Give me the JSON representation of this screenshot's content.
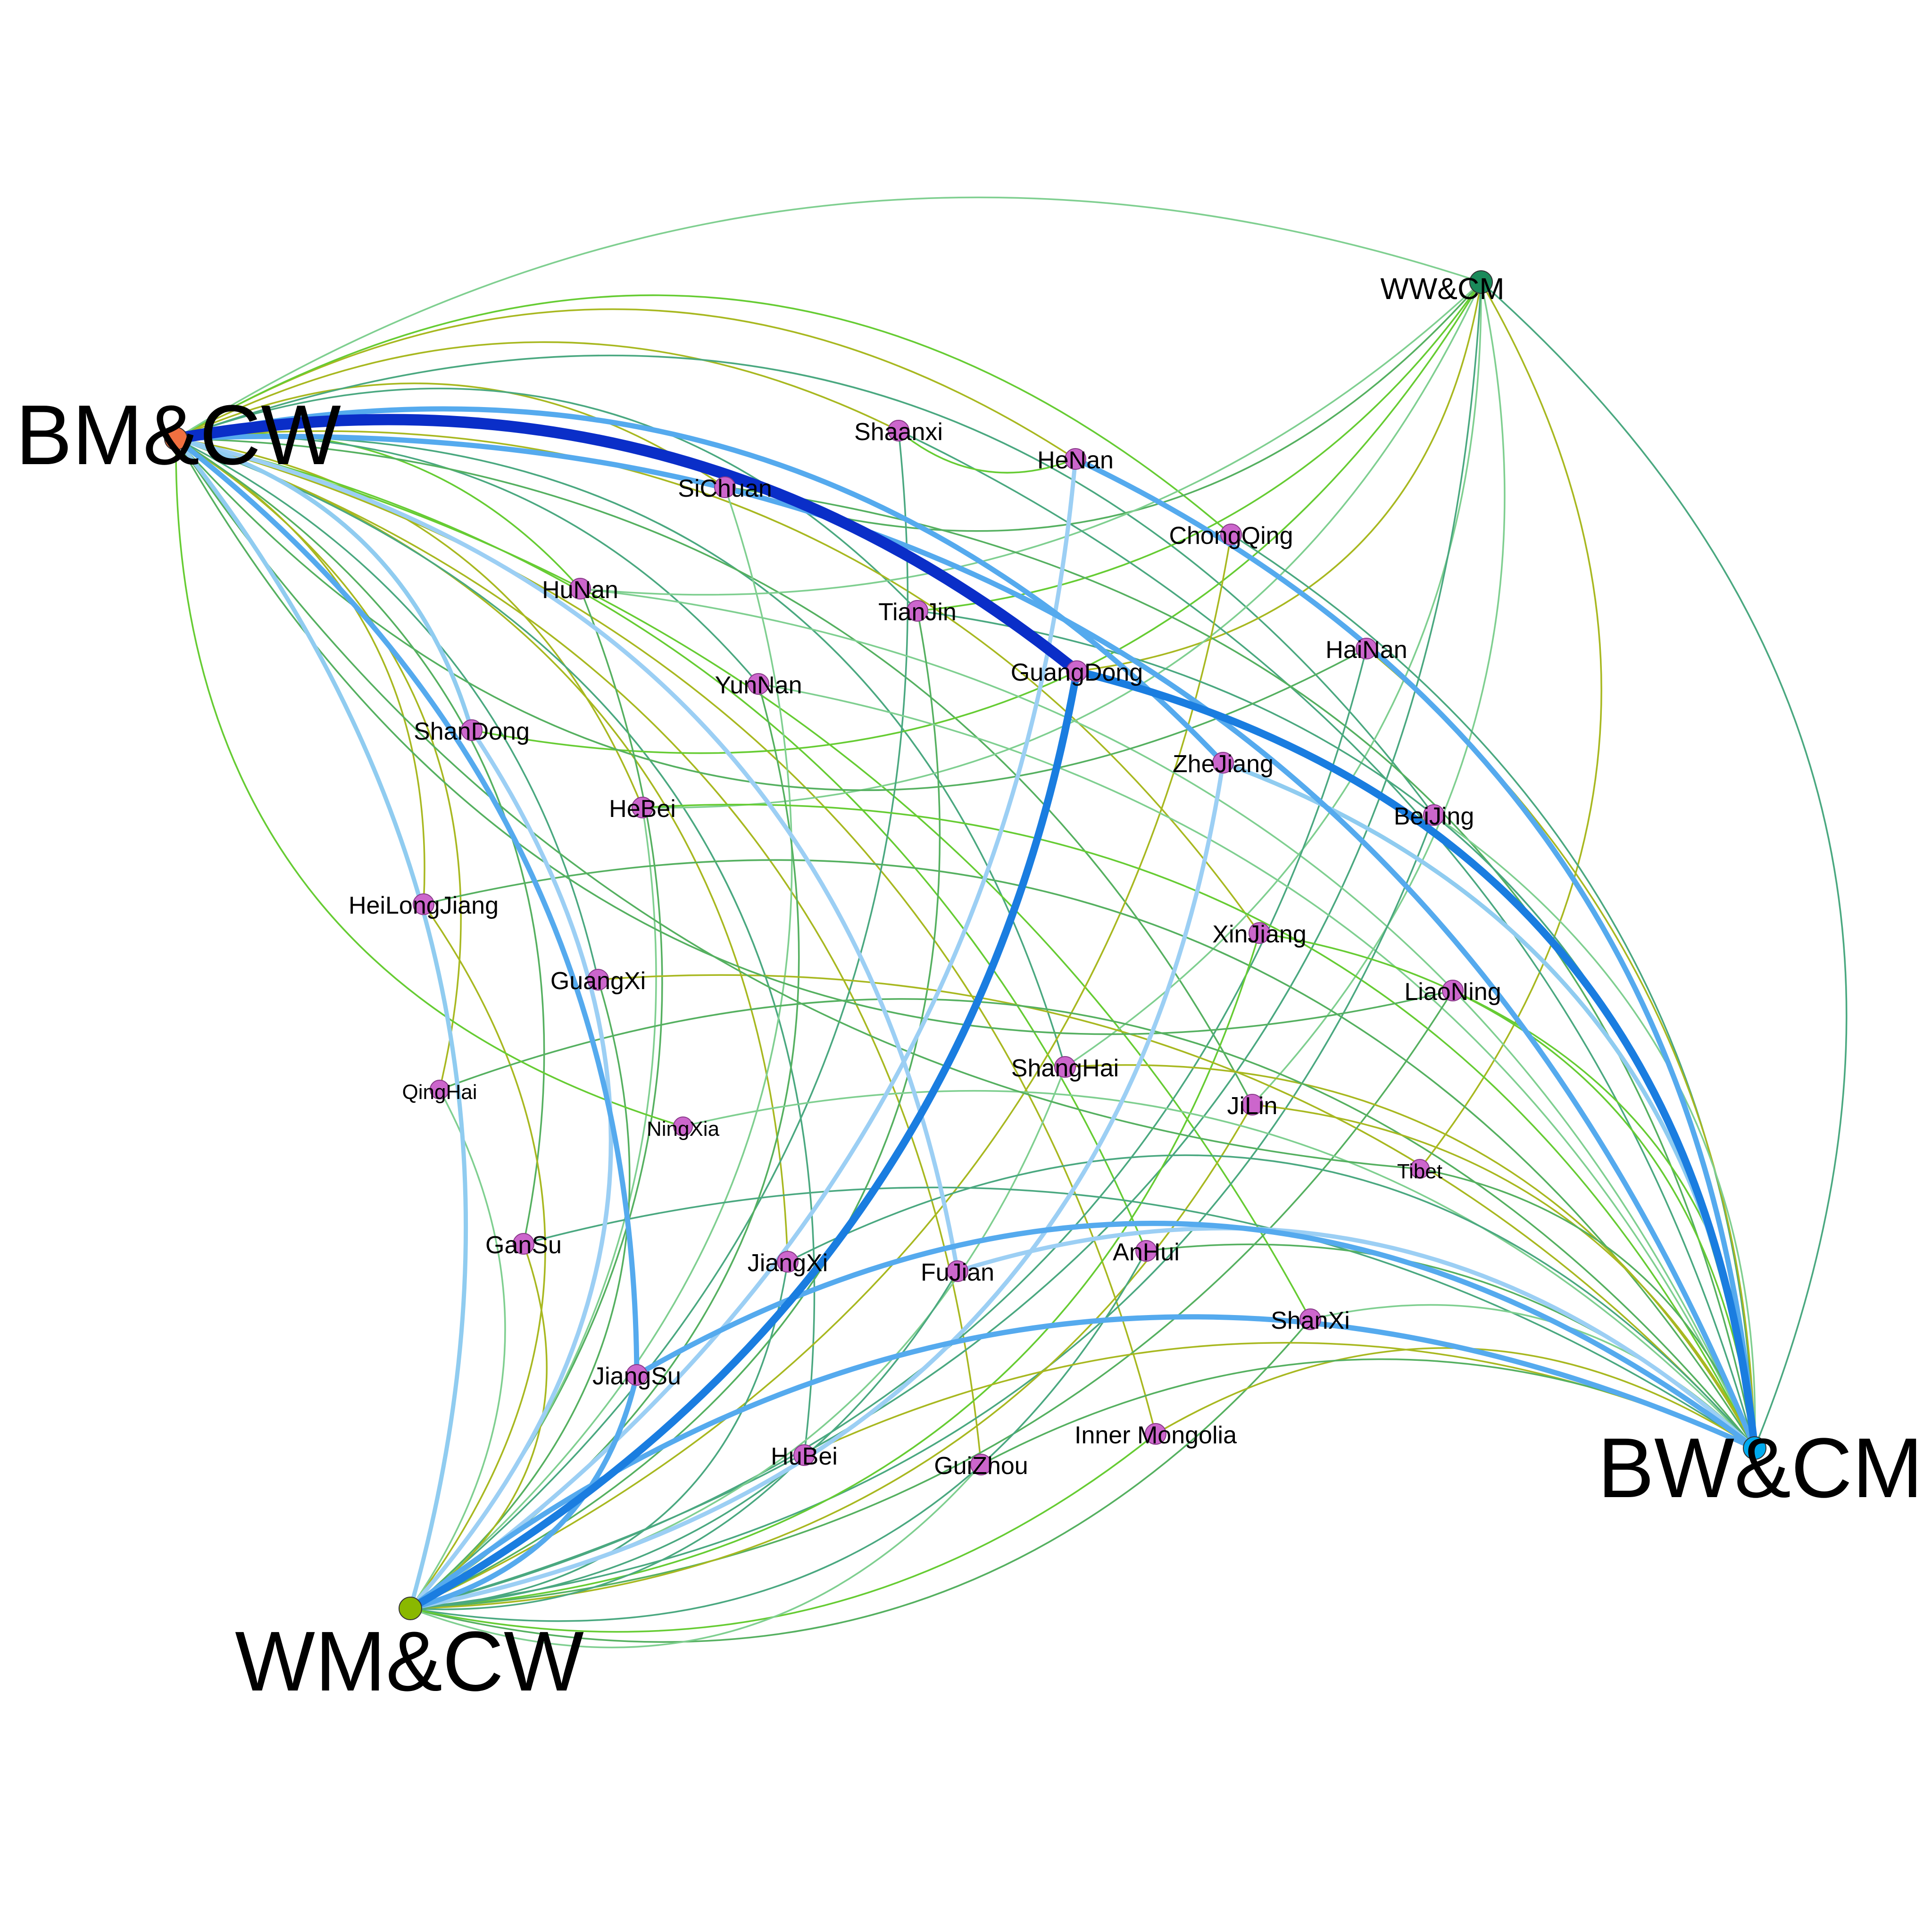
{
  "graph": {
    "hubs": [
      {
        "id": "BMCW",
        "label": "BM&CW",
        "color": "#f07040"
      },
      {
        "id": "WWCM",
        "label": "WW&CM",
        "color": "#1a8a5a"
      },
      {
        "id": "WMCW",
        "label": "WM&CW",
        "color": "#8ab800"
      },
      {
        "id": "BWCM",
        "label": "BW&CM",
        "color": "#00aaee"
      }
    ],
    "province_color": "#cc66cc",
    "provinces": [
      {
        "id": "Shaanxi",
        "label": "Shaanxi"
      },
      {
        "id": "HeNan",
        "label": "HeNan"
      },
      {
        "id": "SiChuan",
        "label": "SiChuan"
      },
      {
        "id": "ChongQing",
        "label": "ChongQing"
      },
      {
        "id": "HuNan",
        "label": "HuNan"
      },
      {
        "id": "TianJin",
        "label": "TianJin"
      },
      {
        "id": "HaiNan",
        "label": "HaiNan"
      },
      {
        "id": "YunNan",
        "label": "YunNan"
      },
      {
        "id": "GuangDong",
        "label": "GuangDong"
      },
      {
        "id": "ShanDong",
        "label": "ShanDong"
      },
      {
        "id": "ZheJiang",
        "label": "ZheJiang"
      },
      {
        "id": "HeBei",
        "label": "HeBei"
      },
      {
        "id": "BeiJing",
        "label": "BeiJing"
      },
      {
        "id": "HeiLongJiang",
        "label": "HeiLongJiang"
      },
      {
        "id": "XinJiang",
        "label": "XinJiang"
      },
      {
        "id": "GuangXi",
        "label": "GuangXi"
      },
      {
        "id": "LiaoNing",
        "label": "LiaoNing"
      },
      {
        "id": "ShangHai",
        "label": "ShangHai"
      },
      {
        "id": "QingHai",
        "label": "QingHai"
      },
      {
        "id": "JiLin",
        "label": "JiLin"
      },
      {
        "id": "NingXia",
        "label": "NingXia"
      },
      {
        "id": "Tibet",
        "label": "Tibet"
      },
      {
        "id": "GanSu",
        "label": "GanSu"
      },
      {
        "id": "AnHui",
        "label": "AnHui"
      },
      {
        "id": "JiangXi",
        "label": "JiangXi"
      },
      {
        "id": "FuJian",
        "label": "FuJian"
      },
      {
        "id": "ShanXi",
        "label": "ShanXi"
      },
      {
        "id": "JiangSu",
        "label": "JiangSu"
      },
      {
        "id": "Inner Mongolia",
        "label": "Inner Mongolia"
      },
      {
        "id": "HuBei",
        "label": "HuBei"
      },
      {
        "id": "GuiZhou",
        "label": "GuiZhou"
      }
    ],
    "edges": [
      {
        "from": "BMCW",
        "to": "GuangDong",
        "weight": 5
      },
      {
        "from": "GuangDong",
        "to": "WMCW",
        "weight": 4
      },
      {
        "from": "GuangDong",
        "to": "BWCM",
        "weight": 4
      },
      {
        "from": "HeNan",
        "to": "BWCM",
        "weight": 3
      },
      {
        "from": "BMCW",
        "to": "ZheJiang",
        "weight": 3
      },
      {
        "from": "BMCW",
        "to": "JiangSu",
        "weight": 3
      },
      {
        "from": "JiangSu",
        "to": "BWCM",
        "weight": 3
      },
      {
        "from": "JiangSu",
        "to": "WMCW",
        "weight": 3
      },
      {
        "from": "BMCW",
        "to": "BWCM",
        "weight": 3
      },
      {
        "from": "WMCW",
        "to": "BWCM",
        "weight": 3
      },
      {
        "from": "BMCW",
        "to": "FuJian",
        "weight": 2
      },
      {
        "from": "FuJian",
        "to": "BWCM",
        "weight": 2
      },
      {
        "from": "BMCW",
        "to": "WMCW",
        "weight": 2
      },
      {
        "from": "HeNan",
        "to": "WMCW",
        "weight": 2
      },
      {
        "from": "ZheJiang",
        "to": "BWCM",
        "weight": 2
      },
      {
        "from": "ZheJiang",
        "to": "WMCW",
        "weight": 2
      },
      {
        "from": "BMCW",
        "to": "ShanDong",
        "weight": 2
      },
      {
        "from": "ShanDong",
        "to": "WMCW",
        "weight": 2
      },
      {
        "from": "BMCW",
        "to": "Shaanxi",
        "weight": 1
      },
      {
        "from": "BMCW",
        "to": "HeNan",
        "weight": 1
      },
      {
        "from": "BMCW",
        "to": "SiChuan",
        "weight": 1
      },
      {
        "from": "BMCW",
        "to": "ChongQing",
        "weight": 1
      },
      {
        "from": "BMCW",
        "to": "HuNan",
        "weight": 1
      },
      {
        "from": "BMCW",
        "to": "TianJin",
        "weight": 1
      },
      {
        "from": "BMCW",
        "to": "YunNan",
        "weight": 1
      },
      {
        "from": "BMCW",
        "to": "HeBei",
        "weight": 1
      },
      {
        "from": "BMCW",
        "to": "BeiJing",
        "weight": 1
      },
      {
        "from": "BMCW",
        "to": "HeiLongJiang",
        "weight": 1
      },
      {
        "from": "BMCW",
        "to": "GuangXi",
        "weight": 1
      },
      {
        "from": "BMCW",
        "to": "ShangHai",
        "weight": 1
      },
      {
        "from": "BMCW",
        "to": "JiLin",
        "weight": 1
      },
      {
        "from": "BMCW",
        "to": "AnHui",
        "weight": 1
      },
      {
        "from": "BMCW",
        "to": "JiangXi",
        "weight": 1
      },
      {
        "from": "BMCW",
        "to": "ShanXi",
        "weight": 1
      },
      {
        "from": "BMCW",
        "to": "HuBei",
        "weight": 1
      },
      {
        "from": "BMCW",
        "to": "GuiZhou",
        "weight": 1
      },
      {
        "from": "BMCW",
        "to": "Inner Mongolia",
        "weight": 1
      },
      {
        "from": "BMCW",
        "to": "QingHai",
        "weight": 1
      },
      {
        "from": "BMCW",
        "to": "GanSu",
        "weight": 1
      },
      {
        "from": "BMCW",
        "to": "WWCM",
        "weight": 1
      },
      {
        "from": "BMCW",
        "to": "XinJiang",
        "weight": 1
      },
      {
        "from": "WWCM",
        "to": "ShanDong",
        "weight": 1
      },
      {
        "from": "WWCM",
        "to": "SiChuan",
        "weight": 1
      },
      {
        "from": "WWCM",
        "to": "GuangDong",
        "weight": 1
      },
      {
        "from": "WWCM",
        "to": "HeBei",
        "weight": 1
      },
      {
        "from": "WWCM",
        "to": "JiLin",
        "weight": 1
      },
      {
        "from": "WWCM",
        "to": "BWCM",
        "weight": 1
      },
      {
        "from": "WWCM",
        "to": "HuNan",
        "weight": 1
      },
      {
        "from": "WWCM",
        "to": "ShangHai",
        "weight": 1
      },
      {
        "from": "WWCM",
        "to": "WMCW",
        "weight": 1
      },
      {
        "from": "WWCM",
        "to": "TianJin",
        "weight": 1
      },
      {
        "from": "WWCM",
        "to": "Tibet",
        "weight": 1
      },
      {
        "from": "Shaanxi",
        "to": "WMCW",
        "weight": 1
      },
      {
        "from": "Shaanxi",
        "to": "BWCM",
        "weight": 1
      },
      {
        "from": "SiChuan",
        "to": "BWCM",
        "weight": 1
      },
      {
        "from": "SiChuan",
        "to": "WMCW",
        "weight": 1
      },
      {
        "from": "ChongQing",
        "to": "WMCW",
        "weight": 1
      },
      {
        "from": "ChongQing",
        "to": "BWCM",
        "weight": 1
      },
      {
        "from": "HuNan",
        "to": "BWCM",
        "weight": 1
      },
      {
        "from": "HuNan",
        "to": "WMCW",
        "weight": 1
      },
      {
        "from": "TianJin",
        "to": "BWCM",
        "weight": 1
      },
      {
        "from": "TianJin",
        "to": "WMCW",
        "weight": 1
      },
      {
        "from": "HaiNan",
        "to": "BWCM",
        "weight": 1
      },
      {
        "from": "HaiNan",
        "to": "WMCW",
        "weight": 1
      },
      {
        "from": "HaiNan",
        "to": "BMCW",
        "weight": 1
      },
      {
        "from": "YunNan",
        "to": "BWCM",
        "weight": 1
      },
      {
        "from": "YunNan",
        "to": "WMCW",
        "weight": 1
      },
      {
        "from": "HeBei",
        "to": "BWCM",
        "weight": 1
      },
      {
        "from": "HeBei",
        "to": "WMCW",
        "weight": 1
      },
      {
        "from": "BeiJing",
        "to": "WMCW",
        "weight": 1
      },
      {
        "from": "BeiJing",
        "to": "BWCM",
        "weight": 1
      },
      {
        "from": "HeiLongJiang",
        "to": "WMCW",
        "weight": 1
      },
      {
        "from": "HeiLongJiang",
        "to": "BWCM",
        "weight": 1
      },
      {
        "from": "XinJiang",
        "to": "WMCW",
        "weight": 1
      },
      {
        "from": "XinJiang",
        "to": "BWCM",
        "weight": 1
      },
      {
        "from": "GuangXi",
        "to": "BWCM",
        "weight": 1
      },
      {
        "from": "GuangXi",
        "to": "WMCW",
        "weight": 1
      },
      {
        "from": "LiaoNing",
        "to": "WMCW",
        "weight": 1
      },
      {
        "from": "LiaoNing",
        "to": "BWCM",
        "weight": 1
      },
      {
        "from": "LiaoNing",
        "to": "BMCW",
        "weight": 1
      },
      {
        "from": "ShangHai",
        "to": "BWCM",
        "weight": 1
      },
      {
        "from": "ShangHai",
        "to": "WMCW",
        "weight": 1
      },
      {
        "from": "QingHai",
        "to": "WMCW",
        "weight": 1
      },
      {
        "from": "QingHai",
        "to": "BWCM",
        "weight": 1
      },
      {
        "from": "JiLin",
        "to": "WMCW",
        "weight": 1
      },
      {
        "from": "JiLin",
        "to": "BWCM",
        "weight": 1
      },
      {
        "from": "NingXia",
        "to": "BWCM",
        "weight": 1
      },
      {
        "from": "NingXia",
        "to": "BMCW",
        "weight": 1
      },
      {
        "from": "Tibet",
        "to": "BWCM",
        "weight": 1
      },
      {
        "from": "Tibet",
        "to": "BMCW",
        "weight": 1
      },
      {
        "from": "GanSu",
        "to": "BWCM",
        "weight": 1
      },
      {
        "from": "GanSu",
        "to": "WMCW",
        "weight": 1
      },
      {
        "from": "AnHui",
        "to": "BWCM",
        "weight": 1
      },
      {
        "from": "AnHui",
        "to": "WMCW",
        "weight": 1
      },
      {
        "from": "JiangXi",
        "to": "BWCM",
        "weight": 1
      },
      {
        "from": "JiangXi",
        "to": "WMCW",
        "weight": 1
      },
      {
        "from": "FuJian",
        "to": "WMCW",
        "weight": 1
      },
      {
        "from": "ShanXi",
        "to": "BWCM",
        "weight": 1
      },
      {
        "from": "ShanXi",
        "to": "WMCW",
        "weight": 1
      },
      {
        "from": "Inner Mongolia",
        "to": "BWCM",
        "weight": 1
      },
      {
        "from": "Inner Mongolia",
        "to": "WMCW",
        "weight": 1
      },
      {
        "from": "HuBei",
        "to": "BWCM",
        "weight": 1
      },
      {
        "from": "HuBei",
        "to": "WMCW",
        "weight": 1
      },
      {
        "from": "GuiZhou",
        "to": "BWCM",
        "weight": 1
      },
      {
        "from": "GuiZhou",
        "to": "WMCW",
        "weight": 1
      },
      {
        "from": "HeNan",
        "to": "Shaanxi",
        "weight": 1
      }
    ],
    "edge_colors": {
      "1": [
        "#a8b820",
        "#66cc33",
        "#55b060",
        "#7fcf90",
        "#4aa880"
      ],
      "2": [
        "#90ccf0",
        "#9ccff4"
      ],
      "3": [
        "#55aaee"
      ],
      "4": [
        "#1a7de0"
      ],
      "5": [
        "#0a2ec8"
      ]
    }
  }
}
